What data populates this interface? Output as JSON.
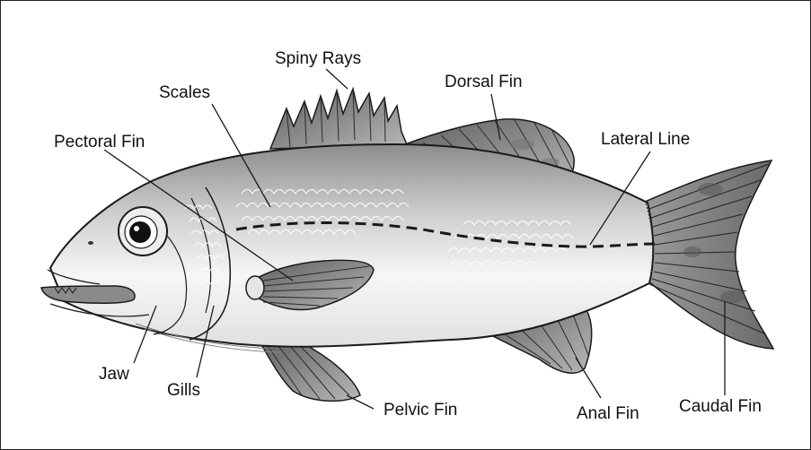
{
  "labels": {
    "spiny_rays": "Spiny Rays",
    "dorsal_fin": "Dorsal Fin",
    "scales": "Scales",
    "pectoral_fin": "Pectoral Fin",
    "lateral_line": "Lateral Line",
    "jaw": "Jaw",
    "gills": "Gills",
    "pelvic_fin": "Pelvic Fin",
    "anal_fin": "Anal Fin",
    "caudal_fin": "Caudal Fin"
  },
  "colors": {
    "outline": "#1a1a1a",
    "fin_dark": "#6e6e6e",
    "fin_light": "#bdbdbd",
    "body_dark": "#8a8a8a",
    "body_light": "#f4f4f4"
  }
}
